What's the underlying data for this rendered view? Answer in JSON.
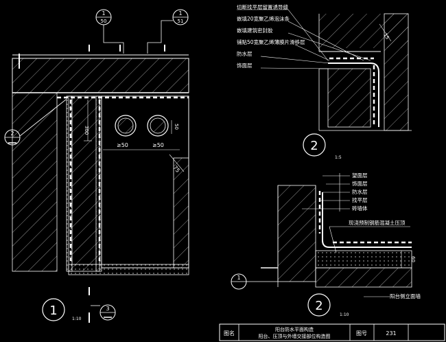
{
  "callouts": {
    "a_num": "1",
    "a_den": "50",
    "b_num": "1",
    "b_den": "51",
    "c_num": "2",
    "d_num": "3"
  },
  "dimensions": {
    "d300": "300",
    "d50": "50",
    "dia_a": "≥50",
    "dia_b": "≥50",
    "d75": "75",
    "d15": "15",
    "d60": "60"
  },
  "labels_top": [
    "切断找平层留置诱导缝",
    "嵌填20宽聚乙烯泡沫条",
    "嵌填建筑密封胶",
    "铺贴50宽聚乙烯薄膜片滑移层",
    "防水层",
    "饰面层"
  ],
  "labels_mid": [
    "望面层",
    "饰面层",
    "防水层",
    "找平层",
    "砖墙体"
  ],
  "label_beam": "现浇预制钢筋混凝土压顶",
  "label_rail": "阳台侧立面墙",
  "detail_marks": {
    "main": "1",
    "top_right": "2",
    "bottom_right": "2"
  },
  "scales": {
    "main": "1:10",
    "top_right": "1:5",
    "bottom_right": "1:10"
  },
  "title_block": {
    "tu_ming_label": "图名",
    "title_line1": "阳台防水平面构造",
    "title_line2": "阳台、压顶与外墙交接部位构造图",
    "tu_hao_label": "图号",
    "tu_hao_value": "231"
  }
}
